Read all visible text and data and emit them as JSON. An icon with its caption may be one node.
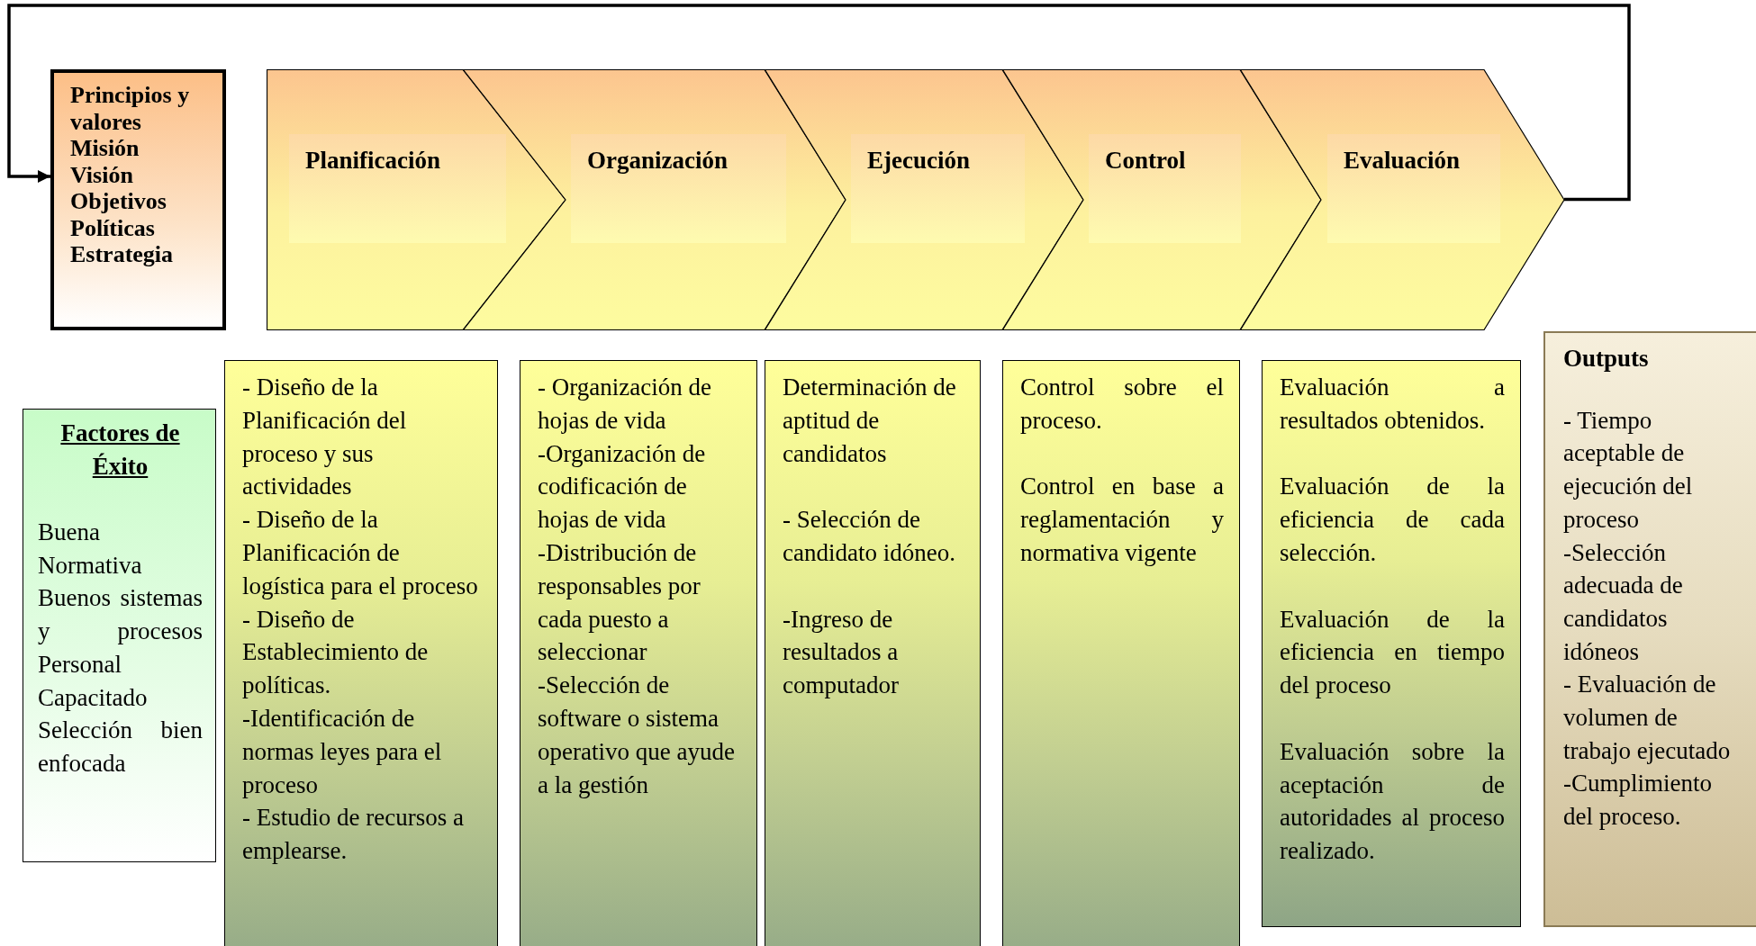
{
  "diagram": {
    "nodes": [
      {
        "text": [
          "Principios y valores",
          "Misión",
          "Visión",
          "Objetivos",
          "Políticas",
          "Estrategia"
        ]
      },
      {
        "text": [
          "Planificación"
        ]
      },
      {
        "text": [
          "Organización"
        ]
      },
      {
        "text": [
          "Ejecución"
        ]
      },
      {
        "text": [
          "Control"
        ]
      },
      {
        "text": [
          "Evaluación"
        ]
      },
      {
        "text": [
          "Factores de Éxito",
          "Buena Normativa Buenos sistemas y procesos Personal Capacitado Selección bien enfocada"
        ]
      },
      {
        "text": [
          "- Diseño de la Planificación del proceso y sus actividades",
          "- Diseño de la Planificación de logística para el proceso",
          "- Diseño de Establecimiento de políticas.",
          "-Identificación de normas leyes para el proceso",
          "- Estudio de recursos a emplearse."
        ]
      },
      {
        "text": [
          "- Organización de hojas de vida",
          "-Organización de codificación de hojas de vida",
          "-Distribución de responsables por cada puesto a seleccionar",
          "-Selección de software o sistema operativo que ayude a la gestión"
        ]
      },
      {
        "text": [
          "Determinación de aptitud de candidatos",
          "- Selección de candidato idóneo.",
          "-Ingreso de resultados a computador"
        ]
      },
      {
        "text": [
          "Control sobre el proceso.",
          "Control en base a reglamentación y normativa vigente"
        ]
      },
      {
        "text": [
          "Evaluación a resultados obtenidos.",
          "Evaluación de la eficiencia de cada selección.",
          "Evaluación de la eficiencia en tiempo del proceso",
          "Evaluación sobre la aceptación de autoridades al proceso realizado."
        ]
      },
      {
        "text": [
          "Outputs",
          "- Tiempo aceptable de ejecución del proceso",
          "-Selección adecuada de candidatos idóneos",
          "- Evaluación de volumen de trabajo ejecutado",
          "-Cumplimiento del proceso."
        ]
      }
    ],
    "edges": [
      {
        "from": 5,
        "to": 0,
        "arrow": "to"
      }
    ]
  }
}
